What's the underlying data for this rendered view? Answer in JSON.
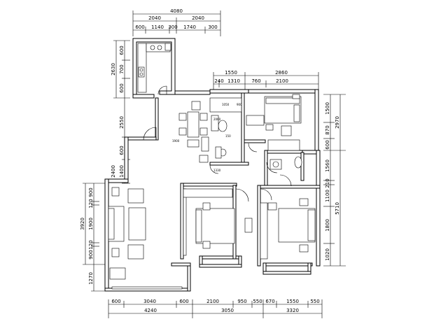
{
  "dimensions": {
    "top": {
      "overall": "4080",
      "mid": [
        "2040",
        "2040"
      ],
      "detail": [
        "600",
        "1140",
        "300",
        "1740",
        "300"
      ]
    },
    "top_right": {
      "mid": [
        "1550",
        "2860"
      ],
      "detail": [
        "240",
        "1310",
        "760",
        "2100"
      ]
    },
    "left_upper": {
      "overall": "2630",
      "detail": [
        "600",
        "700",
        "600"
      ]
    },
    "left_middle": [
      "2550",
      "600",
      "1400",
      "2400"
    ],
    "left_lower": {
      "overall": "3920",
      "detail": [
        "900",
        "120",
        "1900",
        "120",
        "900"
      ]
    },
    "left_bottom": "1270",
    "right": {
      "overall_upper": "2970",
      "overall_lower": "5710",
      "detail": [
        "1500",
        "870",
        "600",
        "1560",
        "210",
        "1100",
        "1800",
        "1020"
      ]
    },
    "bottom": {
      "detail_left": [
        "600",
        "3040",
        "600"
      ],
      "detail_right": [
        "2100",
        "950",
        "550",
        "670",
        "1550",
        "550"
      ],
      "overall": [
        "4240",
        "3050",
        "3320"
      ]
    }
  },
  "annotations": {
    "small_labels": [
      "1900",
      "1050",
      "900",
      "1330",
      "150",
      "2060"
    ]
  }
}
